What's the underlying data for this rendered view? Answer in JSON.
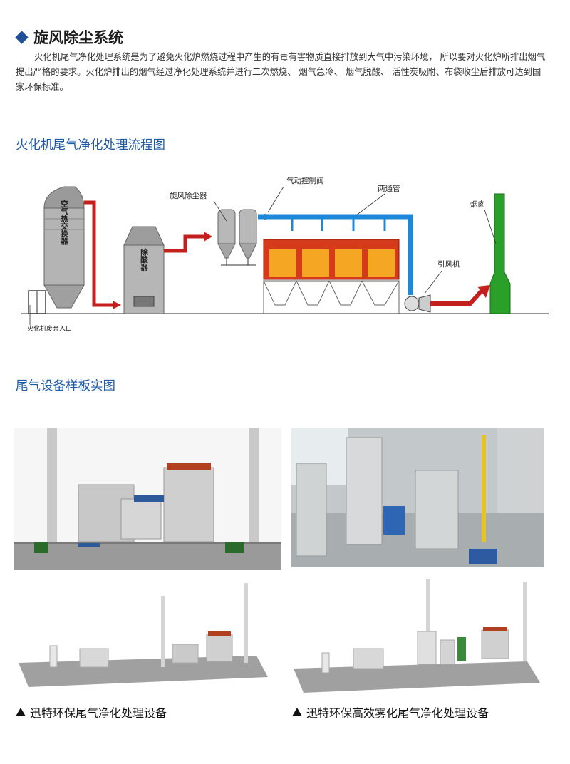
{
  "section1": {
    "title": "旋风除尘系统",
    "intro": "火化机尾气净化处理系统是为了避免火化炉燃烧过程中产生的有毒有害物质直接排放到大气中污染环境， 所以要对火化炉所排出烟气提出严格的要求。火化炉排出的烟气经过净化处理系统并进行二次燃烧、 烟气急冷、 烟气脱酸、 活性炭吸附、布袋收尘后排放可达到国家环保标准。"
  },
  "flow": {
    "title": "火化机尾气净化处理流程图",
    "labels": {
      "heat_exchanger": "空气热交换器",
      "acid_remover": "除酸器",
      "cyclone": "旋风除尘器",
      "valve": "气动控制阀",
      "pipe": "两通管",
      "chimney": "烟囱",
      "fan": "引风机",
      "inlet": "火化机废弃入口"
    }
  },
  "samples": {
    "title": "尾气设备样板实图",
    "caption_left": "迅特环保尾气净化处理设备",
    "caption_right": "迅特环保高效雾化尾气净化处理设备"
  }
}
